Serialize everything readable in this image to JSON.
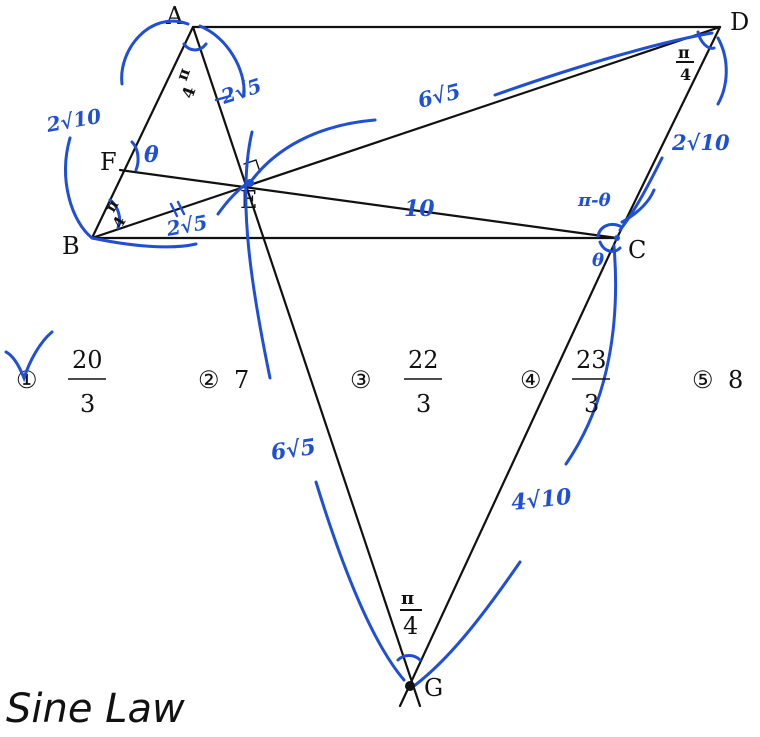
{
  "points": {
    "A": "A",
    "B": "B",
    "C": "C",
    "D": "D",
    "E": "E",
    "F": "F",
    "G": "G"
  },
  "annotations": {
    "AB": "2√10",
    "AE": "2√5",
    "ED": "6√5",
    "CD": "2√10",
    "BE": "2√5",
    "EC": "10",
    "EG": "6√5",
    "CG": "4√10",
    "theta_F": "θ",
    "angle_C_top": "π-θ",
    "angle_C_bottom": "θ",
    "angle_B_num": "π",
    "angle_B_den": "4",
    "angle_A_num": "π",
    "angle_A_den": "4",
    "angle_D_num": "π",
    "angle_D_den": "4",
    "angle_G_num": "π",
    "angle_G_den": "4",
    "tick": "∥"
  },
  "choices": [
    {
      "mark": "①",
      "num": "20",
      "den": "3"
    },
    {
      "mark": "②",
      "value": "7"
    },
    {
      "mark": "③",
      "num": "22",
      "den": "3"
    },
    {
      "mark": "④",
      "num": "23",
      "den": "3"
    },
    {
      "mark": "⑤",
      "value": "8"
    }
  ],
  "check": "✓",
  "note": "Sine Law",
  "colors": {
    "ink": "#111111",
    "pen": "#1f4fd6"
  }
}
